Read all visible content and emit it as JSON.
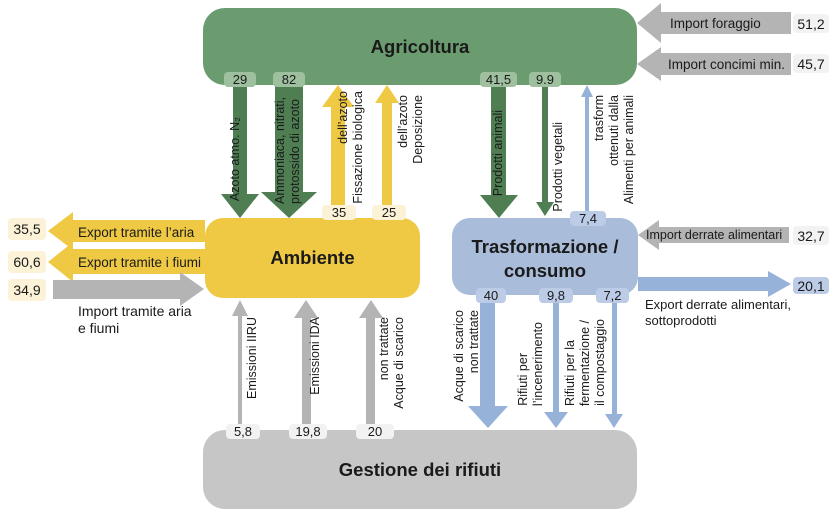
{
  "boxes": {
    "agricoltura": {
      "label": "Agricoltura"
    },
    "ambiente": {
      "label": "Ambiente"
    },
    "trasformazione": {
      "label": "Trasformazione /\nconsumo"
    },
    "rifiuti": {
      "label": "Gestione dei rifiuti"
    }
  },
  "colors": {
    "green_box": "#6b9c6f",
    "green_arrow": "#4e7e52",
    "green_chip": "#9fc09f",
    "yellow": "#f0c944",
    "cream_chip": "#fbf2d7",
    "blue_box": "#a9bcda",
    "blue_arrow": "#97b2d9",
    "blue_chip": "#bccbe6",
    "gray_box": "#c6c6c6",
    "gray_arrow": "#b4b4b4",
    "gray_chip": "#f2f2f2",
    "text": "#1a1a1a"
  },
  "flows": {
    "import_foraggio": {
      "label": "Import foraggio",
      "value": "51,2"
    },
    "import_concimi": {
      "label": "Import concimi min.",
      "value": "45,7"
    },
    "azoto_atmo": {
      "label": "Azoto atmo. N₂",
      "value": "29"
    },
    "ammoniaca": {
      "line1": "Ammoniaca, nitrati,",
      "line2": "protossido di azoto",
      "value": "82"
    },
    "fissazione": {
      "line1": "Fissazione biologica",
      "line2": "dell’azoto",
      "value": "35"
    },
    "deposizione": {
      "line1": "Deposizione",
      "line2": "dell’azoto",
      "value": "25"
    },
    "prodotti_animali": {
      "label": "Prodotti animali",
      "value": "41,5"
    },
    "prodotti_vegetali": {
      "label": "Prodotti vegetali",
      "value": "9.9"
    },
    "alimenti": {
      "line1": "Alimenti per animali",
      "line2": "ottenuti dalla",
      "line3": "trasform",
      "value": "7,4"
    },
    "export_aria": {
      "label": "Export tramite l’aria",
      "value": "35,5"
    },
    "export_fiumi": {
      "label": "Export tramite i fiumi",
      "value": "60,6"
    },
    "import_aria_fiumi": {
      "label": "Import tramite aria\ne fiumi",
      "value": "34,9"
    },
    "import_derrate": {
      "label": "Import derrate alimentari",
      "value": "32,7"
    },
    "export_derrate": {
      "label": "Export derrate alimentari,\nsottoprodotti",
      "value": "20,1"
    },
    "emissioni_iiru": {
      "label": "Emissioni IIRU",
      "value": "5,8"
    },
    "emissioni_ida": {
      "label": "Emissioni IDA",
      "value": "19,8"
    },
    "acque_gray": {
      "line1": "Acque di scarico",
      "line2": "non trattate",
      "value": "20"
    },
    "acque_blue": {
      "line1": "Acque di scarico",
      "line2": "non trattate",
      "value": "40"
    },
    "rifiuti_incenerimento": {
      "line1": "Rifiuti per",
      "line2": "l’incenerimento",
      "value": "9,8"
    },
    "rifiuti_fermentazione": {
      "line1": "Rifiuti per la",
      "line2": "fermentazione /",
      "line3": "il compostaggio",
      "value": "7,2"
    }
  }
}
